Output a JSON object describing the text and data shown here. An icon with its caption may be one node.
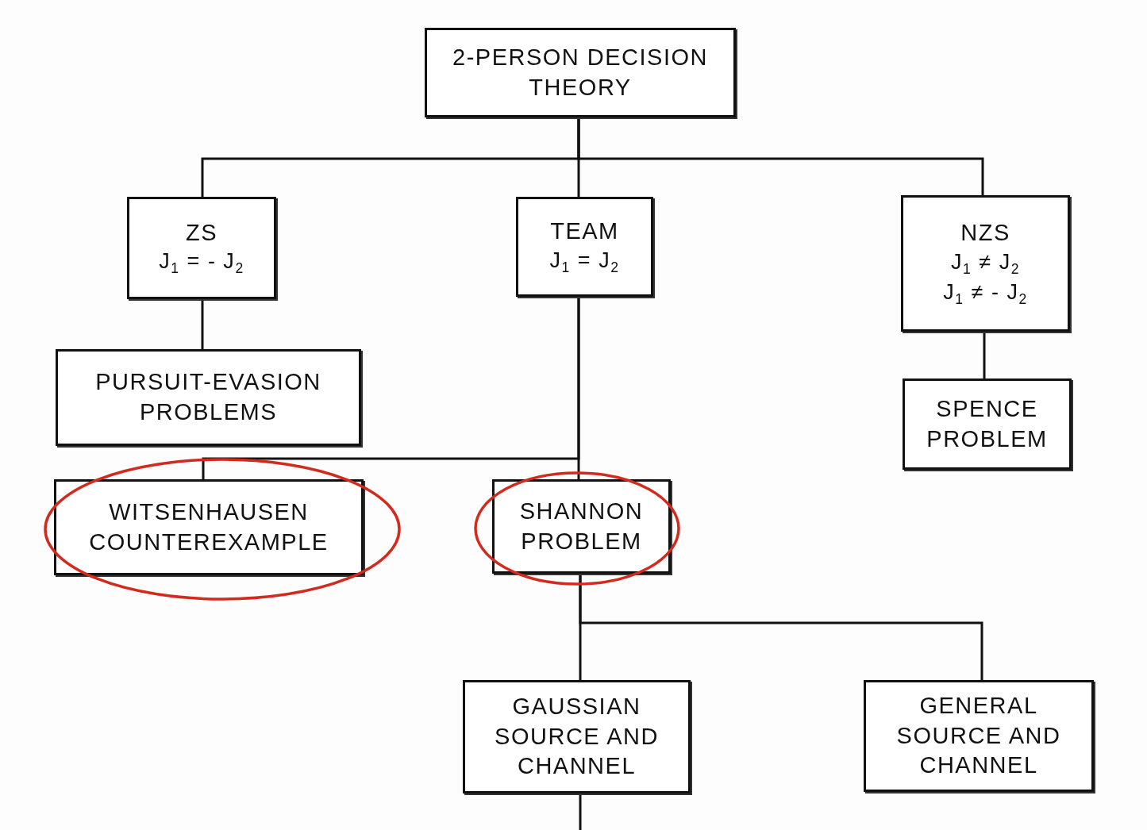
{
  "diagram": {
    "nodes": [
      {
        "text": [
          "2-PERSON DECISION THEORY"
        ]
      },
      {
        "text": [
          "ZS",
          "J$_{1}$ = - J$_{2}$"
        ]
      },
      {
        "text": [
          "TEAM",
          "J$_{1}$ = J$_{2}$"
        ]
      },
      {
        "text": [
          "NZS",
          "J$_{1}$ ≠ J$_{2}$",
          "J$_{1}$ ≠ - J$_{2}$"
        ]
      },
      {
        "text": [
          "PURSUIT-EVASION PROBLEMS"
        ]
      },
      {
        "text": [
          "SPENCE PROBLEM"
        ]
      },
      {
        "text": [],
        "shape": "ellipse"
      },
      {
        "text": [
          "WITSENHAUSEN COUNTEREXAMPLE"
        ],
        "in": 6
      },
      {
        "text": [],
        "shape": "ellipse"
      },
      {
        "text": [
          "SHANNON PROBLEM"
        ],
        "in": 8
      },
      {
        "text": [
          "GAUSSIAN SOURCE AND CHANNEL"
        ]
      },
      {
        "text": [
          "GENERAL SOURCE AND CHANNEL"
        ]
      }
    ],
    "edges": [
      {
        "from": 0,
        "to": 1,
        "arrow": "none"
      },
      {
        "from": 0,
        "to": 2,
        "arrow": "none"
      },
      {
        "from": 0,
        "to": 3,
        "arrow": "none"
      },
      {
        "from": 1,
        "to": 4,
        "arrow": "none"
      },
      {
        "from": 3,
        "to": 5,
        "arrow": "none"
      },
      {
        "from": 2,
        "to": 9,
        "arrow": "none"
      },
      {
        "from": 2,
        "to": 7,
        "arrow": "none"
      },
      {
        "from": 9,
        "to": 10,
        "arrow": "none"
      },
      {
        "from": 9,
        "to": 11,
        "arrow": "none"
      },
      {
        "from": 10,
        "to": null,
        "arrow": "none"
      }
    ]
  }
}
